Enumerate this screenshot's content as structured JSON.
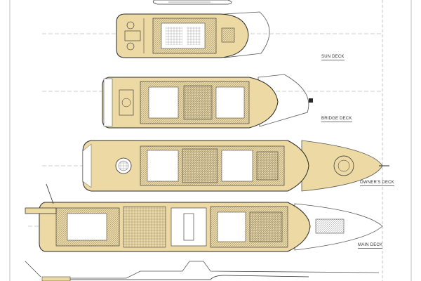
{
  "drawing": {
    "deck_fill": "#ecd9a4",
    "line_color": "#2a2a2a",
    "hull_color": "#555555",
    "guide_color": "#9a9a9a"
  },
  "decks": [
    {
      "id": "sun",
      "label": "SUN DECK",
      "sublabel": ""
    },
    {
      "id": "bridge",
      "label": "BRIDGE DECK",
      "sublabel": ""
    },
    {
      "id": "owners",
      "label": "OWNER'S DECK",
      "sublabel": ""
    },
    {
      "id": "main",
      "label": "MAIN DECK",
      "sublabel": ""
    },
    {
      "id": "lower",
      "label": "",
      "sublabel": ""
    }
  ]
}
